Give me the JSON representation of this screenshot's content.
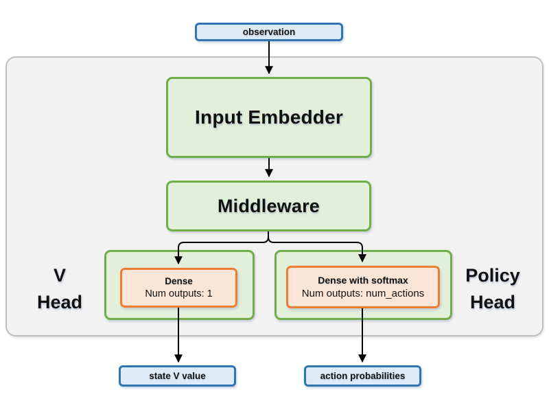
{
  "diagram": {
    "observation": "observation",
    "input_embedder": "Input Embedder",
    "middleware": "Middleware",
    "v_head": {
      "label_line1": "V",
      "label_line2": "Head",
      "dense_title": "Dense",
      "dense_outputs": "Num outputs: 1"
    },
    "policy_head": {
      "label_line1": "Policy",
      "label_line2": "Head",
      "dense_title": "Dense with softmax",
      "dense_outputs": "Num outputs: num_actions"
    },
    "outputs": {
      "state_v": "state V value",
      "action_probabilities": "action probabilities"
    }
  },
  "colors": {
    "blue_border": "#2E75B6",
    "blue_fill": "#DEEBF7",
    "green_border": "#70AD47",
    "green_fill": "#E2EFDA",
    "orange_border": "#ED7D31",
    "orange_fill": "#FBE5D6",
    "container_fill": "#F2F2F2",
    "container_border": "#BFBFBF",
    "arrow": "#000000",
    "text": "#111111",
    "background": "#FFFFFF"
  }
}
